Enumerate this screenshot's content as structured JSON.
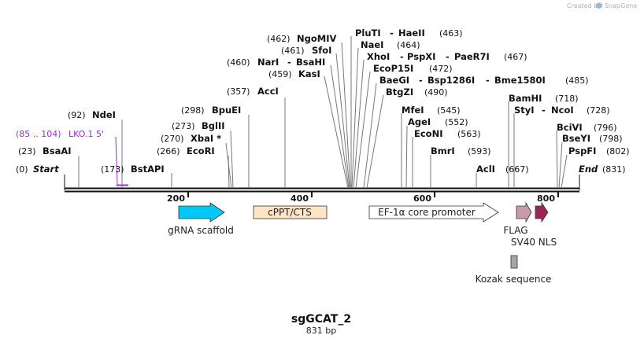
{
  "credit": {
    "text": "Created by",
    "brand": "SnapGene"
  },
  "plasmid": {
    "name": "sgGCAT_2",
    "length_label": "831 bp"
  },
  "scale_ticks": [
    "200",
    "400",
    "600",
    "800"
  ],
  "ends": {
    "start_label": "Start",
    "start_pos": "(0)",
    "end_label": "End",
    "end_pos": "(831)"
  },
  "primer": {
    "range": "(85 .. 104)",
    "name": "LKO.1 5'",
    "color": "#9b30c8"
  },
  "sites_left": [
    {
      "pos": "(23)",
      "names": [
        "BsaAI"
      ]
    },
    {
      "pos": "(92)",
      "names": [
        "NdeI"
      ]
    },
    {
      "pos": "(173)",
      "names": [
        "BstAPI"
      ]
    },
    {
      "pos": "(266)",
      "names": [
        "EcoRI"
      ]
    },
    {
      "pos": "(270)",
      "names": [
        "XbaI *"
      ]
    },
    {
      "pos": "(273)",
      "names": [
        "BglII"
      ]
    },
    {
      "pos": "(298)",
      "names": [
        "BpuEI"
      ]
    },
    {
      "pos": "(357)",
      "names": [
        "AccI"
      ]
    },
    {
      "pos": "(459)",
      "names": [
        "KasI"
      ]
    },
    {
      "pos": "(460)",
      "names": [
        "NarI",
        "BsaHI"
      ]
    },
    {
      "pos": "(461)",
      "names": [
        "SfoI"
      ]
    },
    {
      "pos": "(462)",
      "names": [
        "NgoMIV"
      ]
    }
  ],
  "sites_right": [
    {
      "pos": "(463)",
      "names": [
        "PluTI",
        "HaeII"
      ]
    },
    {
      "pos": "(464)",
      "names": [
        "NaeI"
      ]
    },
    {
      "pos": "(467)",
      "names": [
        "XhoI",
        "PspXI",
        "PaeR7I"
      ]
    },
    {
      "pos": "(472)",
      "names": [
        "EcoP15I"
      ]
    },
    {
      "pos": "(485)",
      "names": [
        "BaeGI",
        "Bsp1286I",
        "Bme1580I"
      ]
    },
    {
      "pos": "(490)",
      "names": [
        "BtgZI"
      ]
    },
    {
      "pos": "(545)",
      "names": [
        "MfeI"
      ]
    },
    {
      "pos": "(552)",
      "names": [
        "AgeI"
      ]
    },
    {
      "pos": "(563)",
      "names": [
        "EcoNI"
      ]
    },
    {
      "pos": "(593)",
      "names": [
        "BmrI"
      ]
    },
    {
      "pos": "(667)",
      "names": [
        "AclI"
      ]
    },
    {
      "pos": "(718)",
      "names": [
        "BamHI"
      ]
    },
    {
      "pos": "(728)",
      "names": [
        "StyI",
        "NcoI"
      ]
    },
    {
      "pos": "(796)",
      "names": [
        "BciVI"
      ]
    },
    {
      "pos": "(798)",
      "names": [
        "BseYI"
      ]
    },
    {
      "pos": "(802)",
      "names": [
        "PspFI"
      ]
    }
  ],
  "features": {
    "grna_scaffold": {
      "name": "gRNA scaffold",
      "color": "#00c8f5"
    },
    "cppt_cts": {
      "name": "cPPT/CTS",
      "color": "#ffe5c6"
    },
    "ef1a": {
      "name": "EF-1α core promoter",
      "color": "#ffffff"
    },
    "flag": {
      "name": "FLAG",
      "color": "#c99aa8"
    },
    "sv40_nls": {
      "name": "SV40 NLS",
      "color": "#9c2456"
    },
    "kozak": {
      "name": "Kozak sequence",
      "color": "#a6a6a6"
    }
  }
}
